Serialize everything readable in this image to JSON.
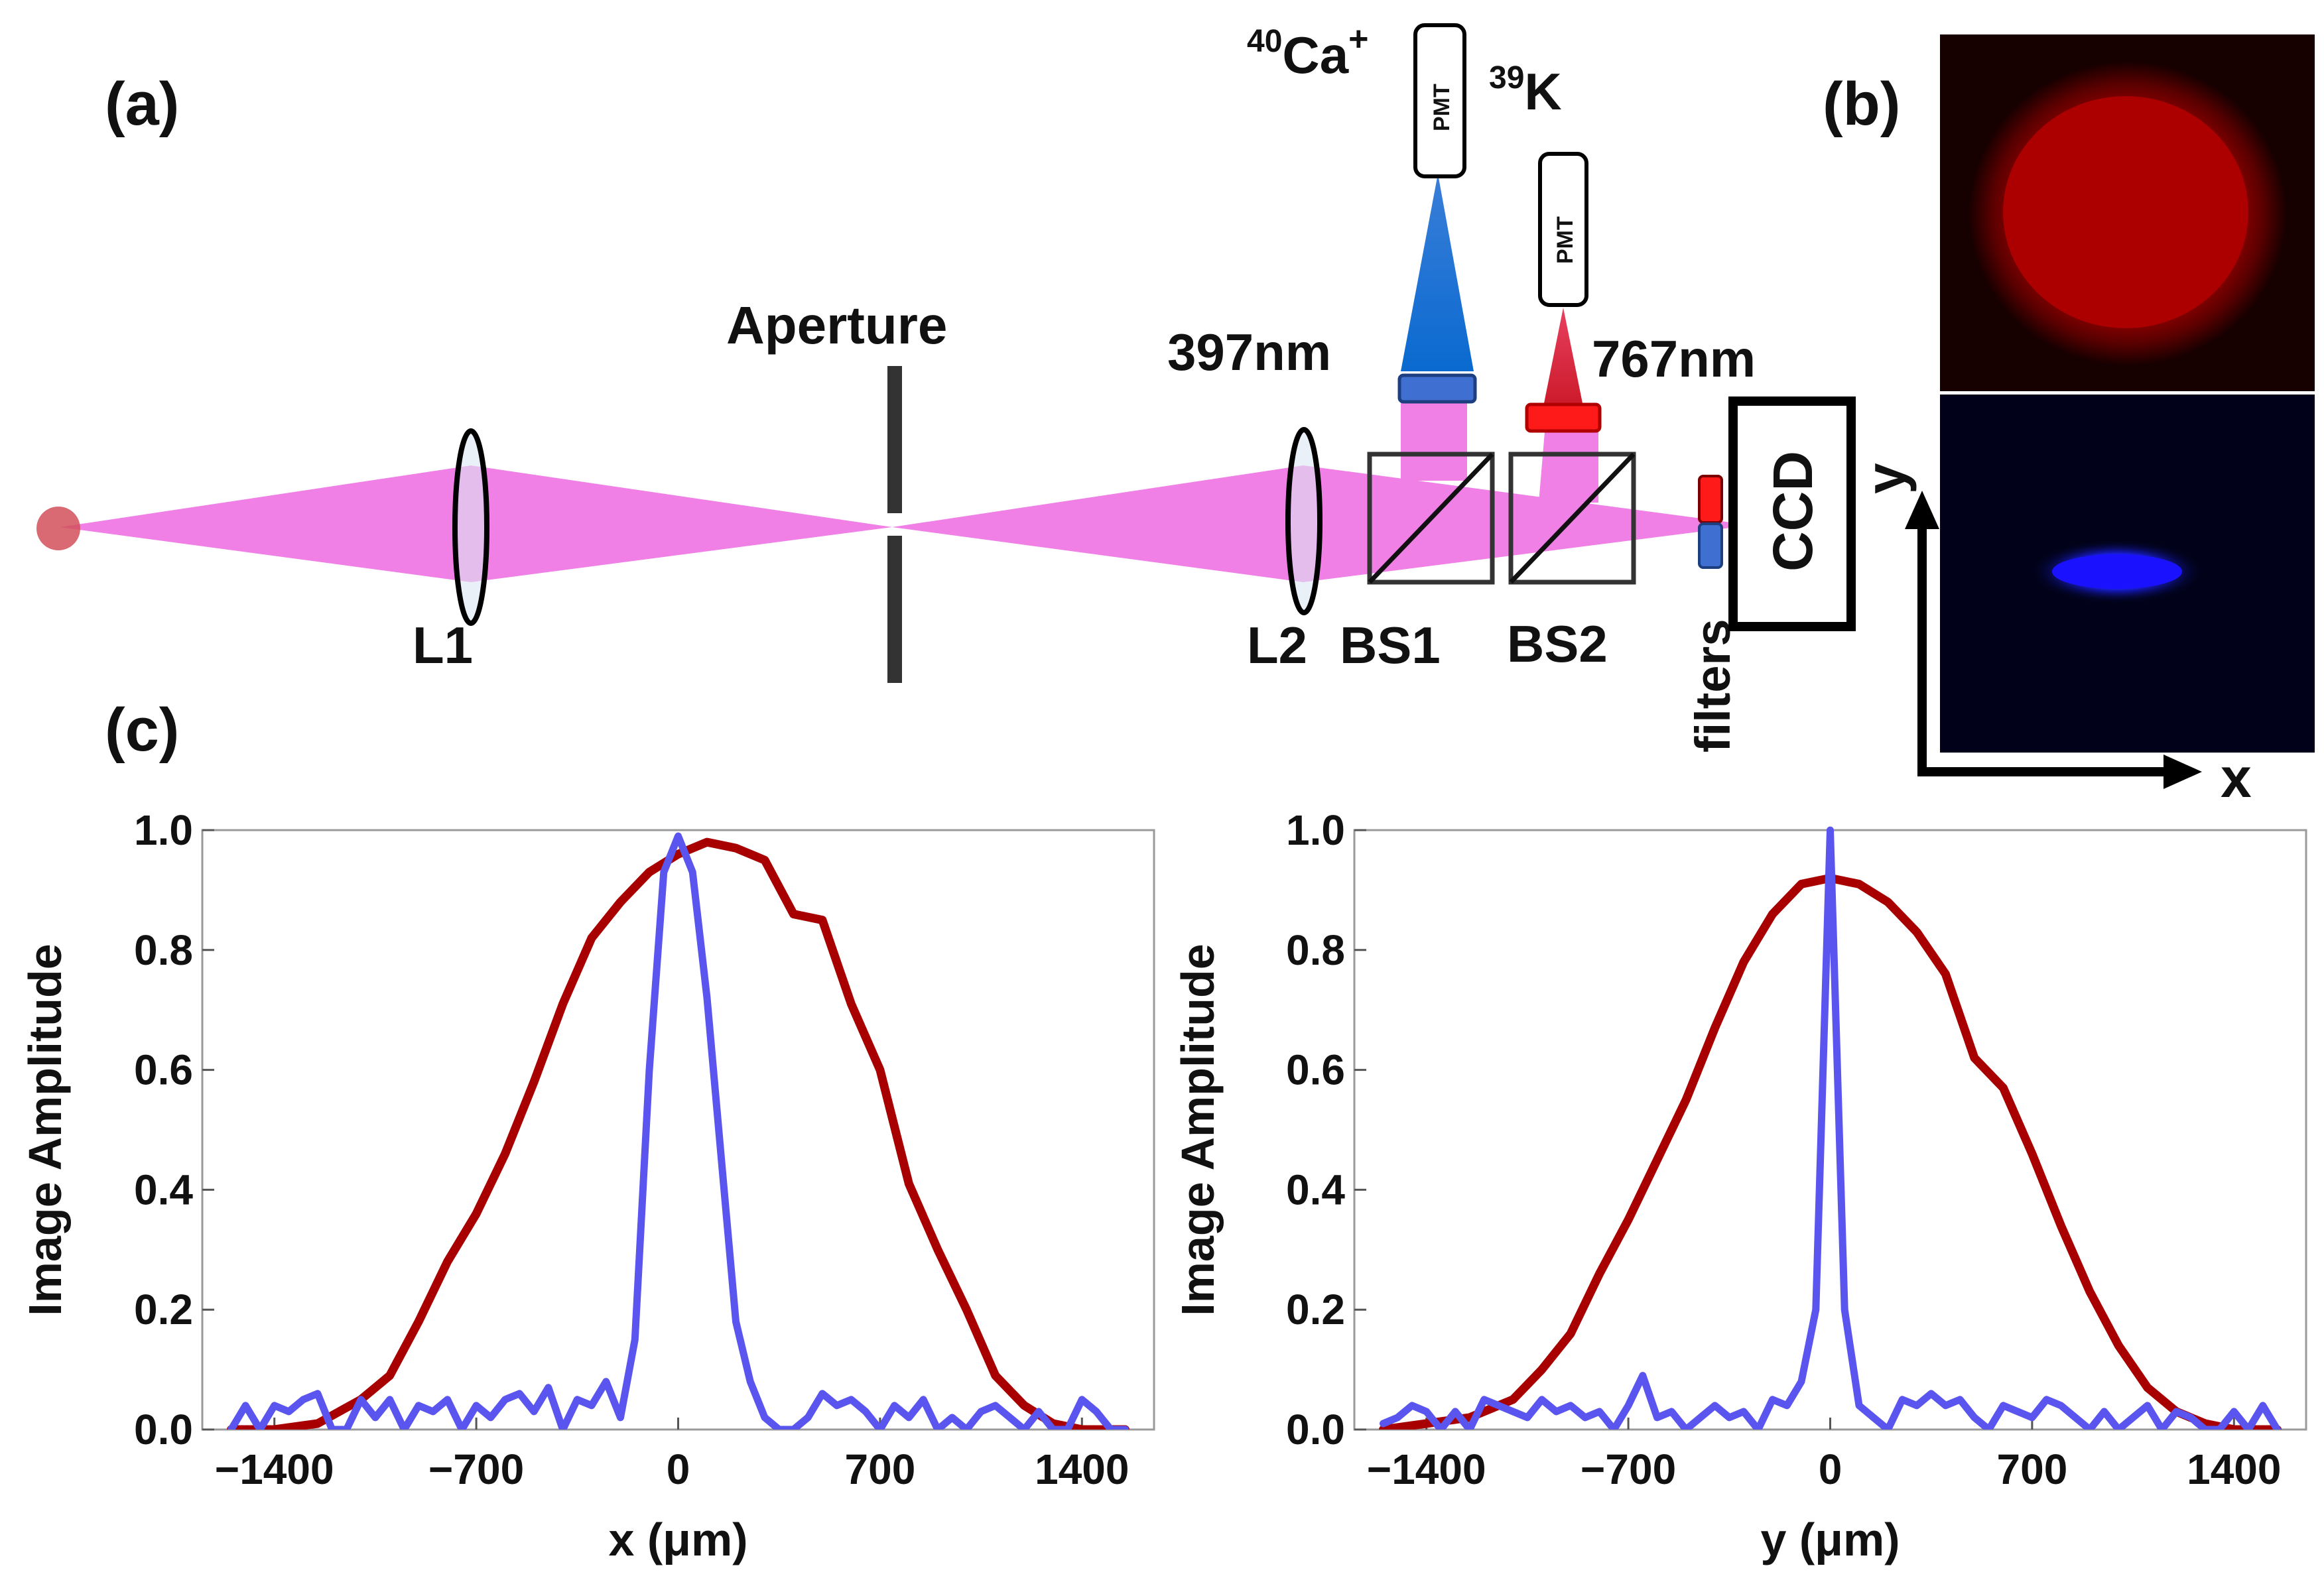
{
  "panel_labels": {
    "a": "(a)",
    "b": "(b)",
    "c": "(c)"
  },
  "setup": {
    "lens1": "L1",
    "lens2": "L2",
    "aperture": "Aperture",
    "bs1": "BS1",
    "bs2": "BS2",
    "wl_blue": "397nm",
    "wl_red": "767nm",
    "pmt": "PMT",
    "ca_mass": "40",
    "ca_sym": "Ca",
    "ca_charge": "+",
    "k_mass": "39",
    "k_sym": "K",
    "filters": "filters",
    "ccd": "CCD"
  },
  "image_axes": {
    "x": "x",
    "y": "y"
  },
  "colors": {
    "beam": "#f07fe6",
    "blue_line": "#5a55ee",
    "red_line": "#a80000",
    "blue_beam": "#0a6ad0",
    "red_beam": "#cc1b2b"
  },
  "chart_data": [
    {
      "type": "line",
      "xlabel_var": "x",
      "xlabel_unit": " (μm)",
      "ylabel": "Image Amplitude",
      "xlim": [
        -1650,
        1650
      ],
      "ylim": [
        0,
        1.0
      ],
      "xticks": [
        -1400,
        -700,
        0,
        700,
        1400
      ],
      "xtick_labels": [
        "−1400",
        "−700",
        "0",
        "700",
        "1400"
      ],
      "yticks": [
        0,
        0.2,
        0.4,
        0.6,
        0.8,
        1.0
      ],
      "ytick_labels": [
        "0.0",
        "0.2",
        "0.4",
        "0.6",
        "0.8",
        "1.0"
      ],
      "series": [
        {
          "color": "#a80000",
          "x": [
            -1550,
            -1400,
            -1250,
            -1100,
            -1000,
            -900,
            -800,
            -700,
            -600,
            -500,
            -400,
            -300,
            -200,
            -100,
            0,
            100,
            200,
            300,
            400,
            500,
            600,
            700,
            800,
            900,
            1000,
            1100,
            1200,
            1300,
            1400,
            1550
          ],
          "y": [
            0.0,
            0.0,
            0.01,
            0.05,
            0.09,
            0.18,
            0.28,
            0.36,
            0.46,
            0.58,
            0.71,
            0.82,
            0.88,
            0.93,
            0.96,
            0.98,
            0.97,
            0.95,
            0.86,
            0.85,
            0.71,
            0.6,
            0.41,
            0.3,
            0.2,
            0.09,
            0.04,
            0.01,
            0.0,
            0.0
          ]
        },
        {
          "color": "#5a55ee",
          "x": [
            -1550,
            -1500,
            -1450,
            -1400,
            -1350,
            -1300,
            -1250,
            -1200,
            -1150,
            -1100,
            -1050,
            -1000,
            -950,
            -900,
            -850,
            -800,
            -750,
            -700,
            -650,
            -600,
            -550,
            -500,
            -450,
            -400,
            -350,
            -300,
            -250,
            -200,
            -150,
            -100,
            -50,
            0,
            50,
            100,
            150,
            200,
            250,
            300,
            350,
            400,
            450,
            500,
            550,
            600,
            650,
            700,
            750,
            800,
            850,
            900,
            950,
            1000,
            1050,
            1100,
            1150,
            1200,
            1250,
            1300,
            1350,
            1400,
            1450,
            1500,
            1550
          ],
          "y": [
            0.0,
            0.04,
            0.0,
            0.04,
            0.03,
            0.05,
            0.06,
            0.0,
            0.0,
            0.05,
            0.02,
            0.05,
            0.0,
            0.04,
            0.03,
            0.05,
            0.0,
            0.04,
            0.02,
            0.05,
            0.06,
            0.03,
            0.07,
            0.0,
            0.05,
            0.04,
            0.08,
            0.02,
            0.15,
            0.6,
            0.93,
            0.99,
            0.93,
            0.72,
            0.45,
            0.18,
            0.08,
            0.02,
            0.0,
            0.0,
            0.02,
            0.06,
            0.04,
            0.05,
            0.03,
            0.0,
            0.04,
            0.02,
            0.05,
            0.0,
            0.02,
            0.0,
            0.03,
            0.04,
            0.02,
            0.0,
            0.03,
            0.0,
            0.0,
            0.05,
            0.03,
            0.0,
            0.0
          ]
        }
      ]
    },
    {
      "type": "line",
      "xlabel_var": "y",
      "xlabel_unit": " (μm)",
      "ylabel": "Image Amplitude",
      "xlim": [
        -1650,
        1650
      ],
      "ylim": [
        0,
        1.0
      ],
      "xticks": [
        -1400,
        -700,
        0,
        700,
        1400
      ],
      "xtick_labels": [
        "−1400",
        "−700",
        "0",
        "700",
        "1400"
      ],
      "yticks": [
        0,
        0.2,
        0.4,
        0.6,
        0.8,
        1.0
      ],
      "ytick_labels": [
        "0.0",
        "0.2",
        "0.4",
        "0.6",
        "0.8",
        "1.0"
      ],
      "series": [
        {
          "color": "#a80000",
          "x": [
            -1550,
            -1400,
            -1250,
            -1100,
            -1000,
            -900,
            -800,
            -700,
            -600,
            -500,
            -400,
            -300,
            -200,
            -100,
            0,
            100,
            200,
            300,
            400,
            500,
            600,
            700,
            800,
            900,
            1000,
            1100,
            1200,
            1300,
            1400,
            1550
          ],
          "y": [
            0.0,
            0.01,
            0.02,
            0.05,
            0.1,
            0.16,
            0.26,
            0.35,
            0.45,
            0.55,
            0.67,
            0.78,
            0.86,
            0.91,
            0.92,
            0.91,
            0.88,
            0.83,
            0.76,
            0.62,
            0.57,
            0.46,
            0.34,
            0.23,
            0.14,
            0.07,
            0.03,
            0.01,
            0.0,
            0.0
          ]
        },
        {
          "color": "#5a55ee",
          "x": [
            -1550,
            -1500,
            -1450,
            -1400,
            -1350,
            -1300,
            -1250,
            -1200,
            -1150,
            -1100,
            -1050,
            -1000,
            -950,
            -900,
            -850,
            -800,
            -750,
            -700,
            -650,
            -600,
            -550,
            -500,
            -450,
            -400,
            -350,
            -300,
            -250,
            -200,
            -150,
            -100,
            -50,
            0,
            50,
            100,
            150,
            200,
            250,
            300,
            350,
            400,
            450,
            500,
            550,
            600,
            650,
            700,
            750,
            800,
            850,
            900,
            950,
            1000,
            1050,
            1100,
            1150,
            1200,
            1250,
            1300,
            1350,
            1400,
            1450,
            1500,
            1550
          ],
          "y": [
            0.01,
            0.02,
            0.04,
            0.03,
            0.0,
            0.03,
            0.0,
            0.05,
            0.04,
            0.03,
            0.02,
            0.05,
            0.03,
            0.04,
            0.02,
            0.03,
            0.0,
            0.04,
            0.09,
            0.02,
            0.03,
            0.0,
            0.02,
            0.04,
            0.02,
            0.03,
            0.0,
            0.05,
            0.04,
            0.08,
            0.2,
            1.0,
            0.2,
            0.04,
            0.02,
            0.0,
            0.05,
            0.04,
            0.06,
            0.04,
            0.05,
            0.02,
            0.0,
            0.04,
            0.03,
            0.02,
            0.05,
            0.04,
            0.02,
            0.0,
            0.03,
            0.0,
            0.02,
            0.04,
            0.0,
            0.03,
            0.02,
            0.0,
            0.0,
            0.03,
            0.0,
            0.04,
            0.0
          ]
        }
      ]
    }
  ]
}
